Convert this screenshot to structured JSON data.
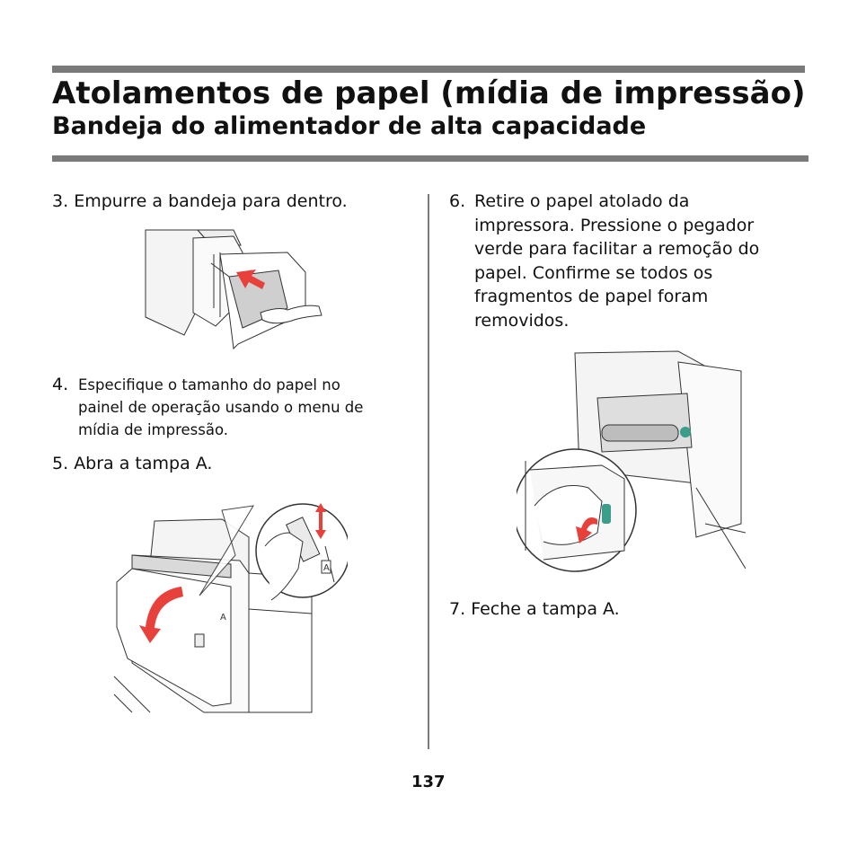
{
  "header": {
    "title": "Atolamentos de papel (mídia de impressão)",
    "subtitle": "Bandeja do alimentador de alta capacidade"
  },
  "steps": {
    "s3": {
      "number": "3.",
      "text": "Empurre a bandeja para dentro."
    },
    "s4": {
      "number": "4.",
      "lines": [
        "Especifique o tamanho do papel no",
        "painel de operação usando o menu de",
        "mídia de impressão."
      ]
    },
    "s5": {
      "number": "5.",
      "text": "Abra a tampa A."
    },
    "s6": {
      "number": "6.",
      "lines": [
        "Retire o papel atolado da",
        "impressora. Pressione o pegador",
        "verde para facilitar a remoção do",
        "papel. Confirme se todos os",
        "fragmentos de papel foram",
        "removidos."
      ]
    },
    "s7": {
      "number": "7.",
      "text": "Feche a tampa A."
    }
  },
  "figures": {
    "cover_label": "A"
  },
  "colors": {
    "rule": "#7a7a7a",
    "arrow_red": "#e8403b",
    "lever_green": "#3a9e8a"
  },
  "footer": {
    "page_number": "137"
  }
}
